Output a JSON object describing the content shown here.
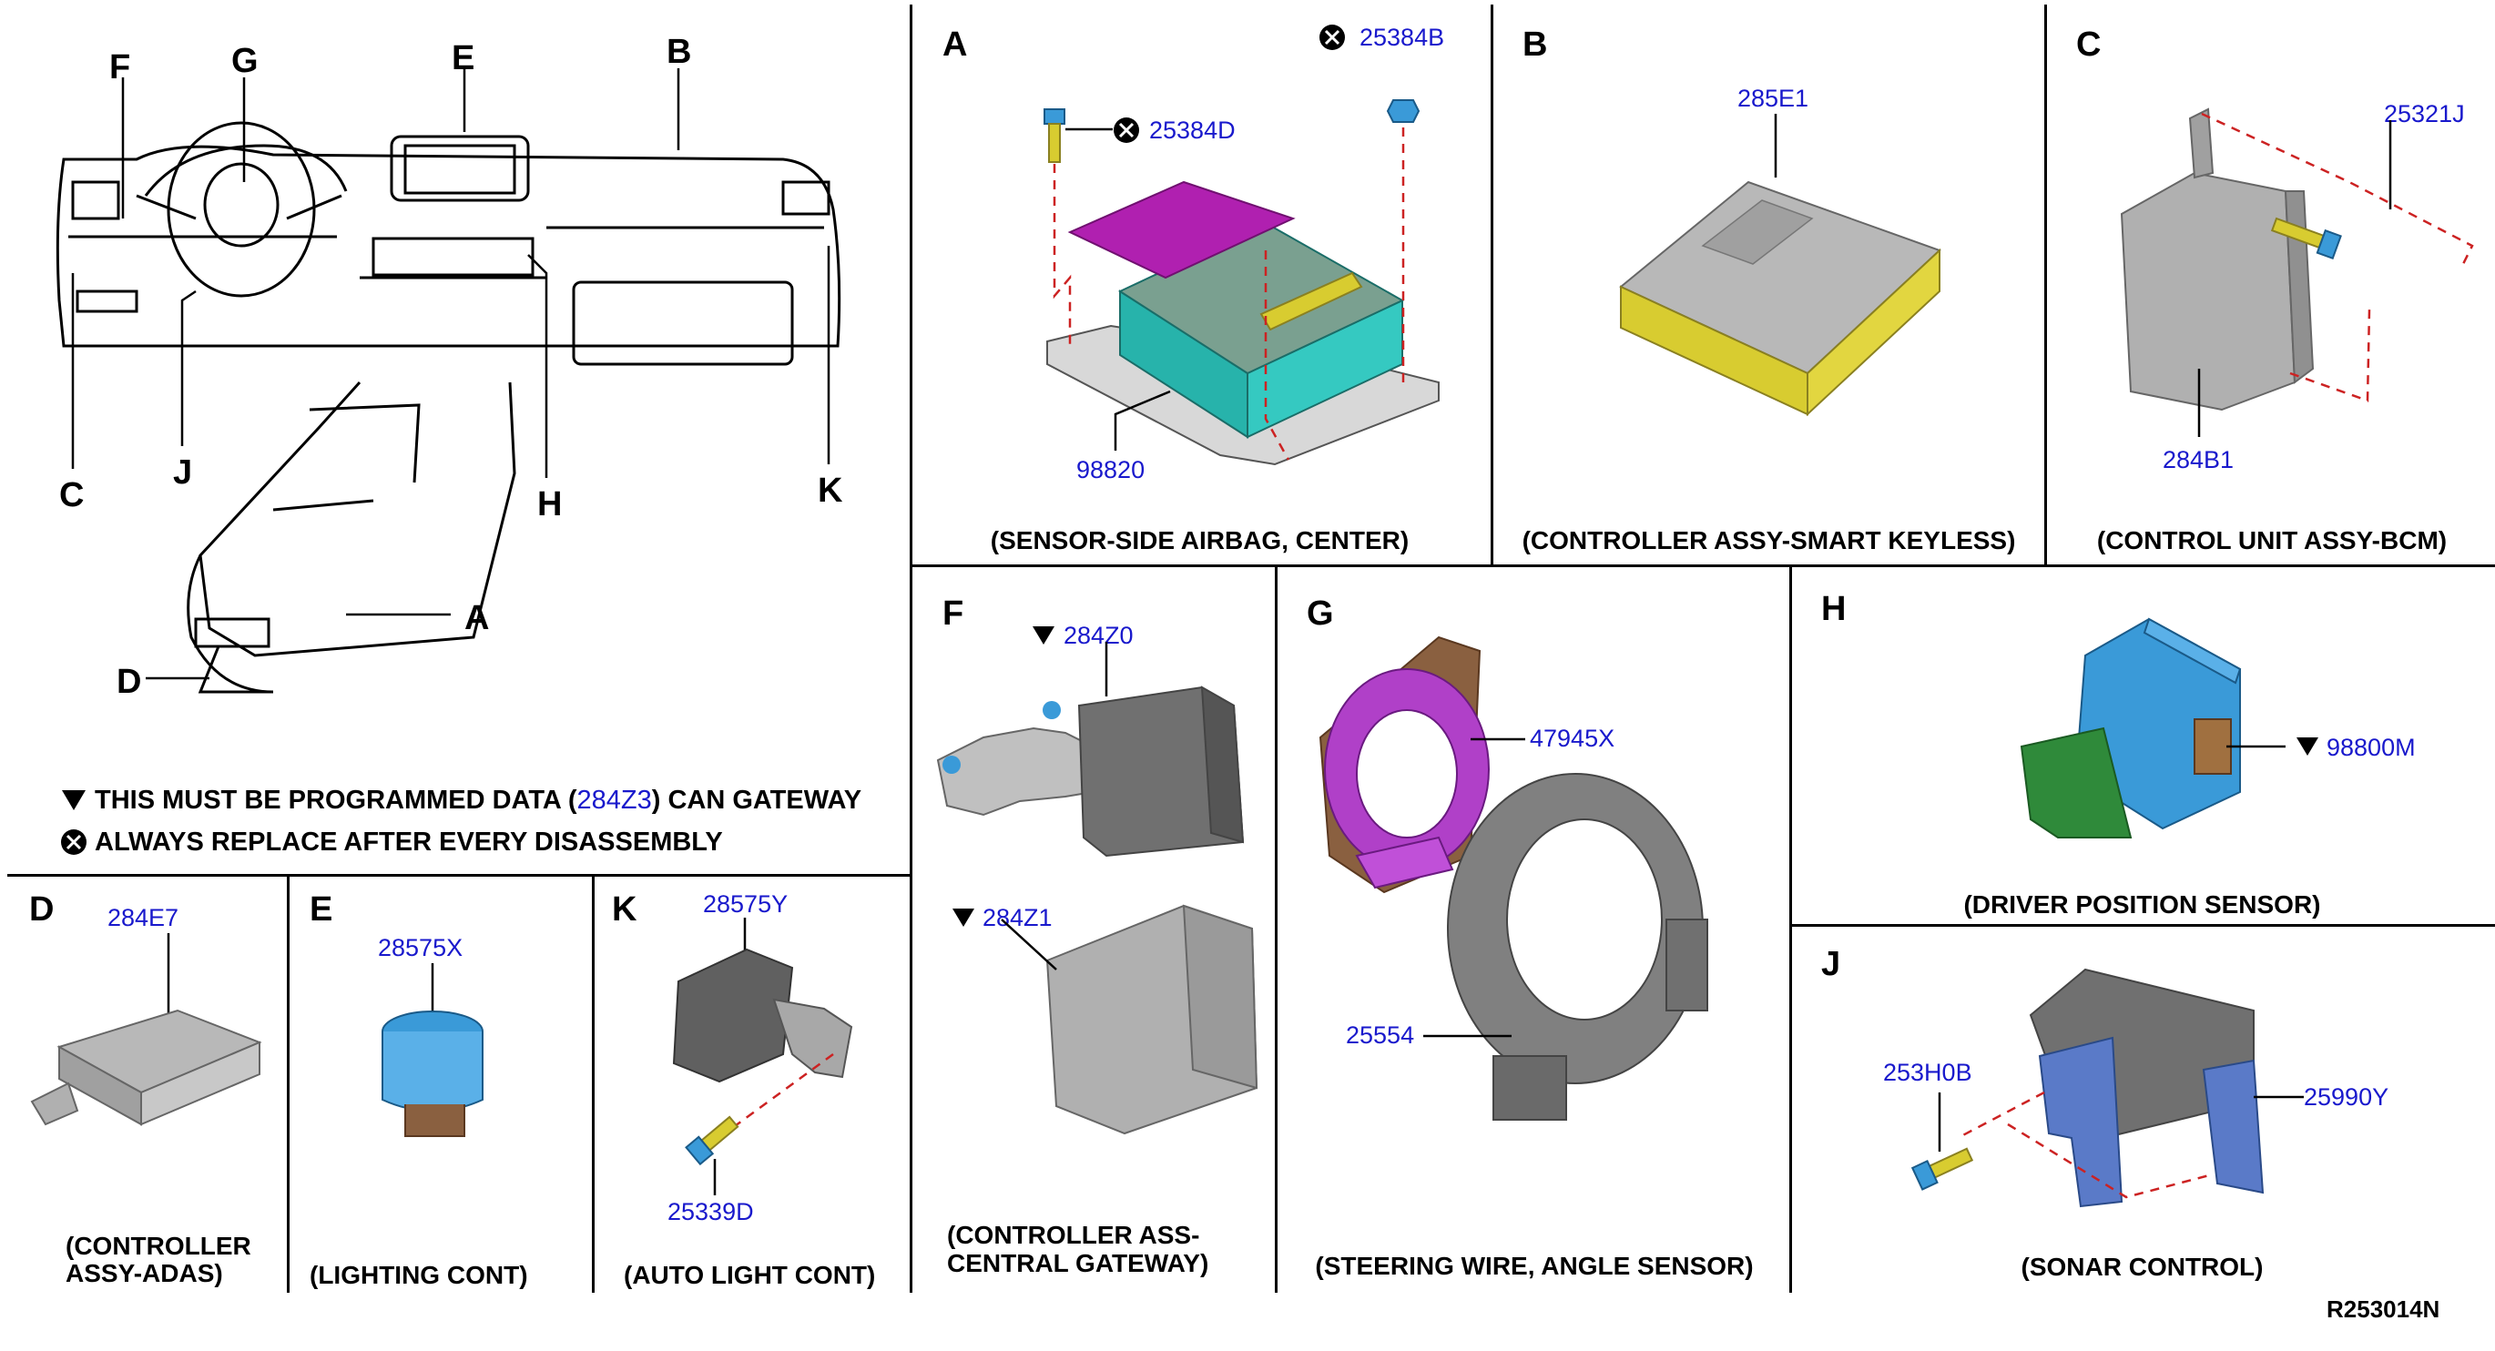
{
  "overview": {
    "labels": {
      "F": "F",
      "G": "G",
      "E": "E",
      "B": "B",
      "C": "C",
      "J": "J",
      "H": "H",
      "K": "K",
      "A": "A",
      "D": "D"
    }
  },
  "notes": {
    "programmed_before": "THIS MUST BE PROGRAMMED DATA (",
    "programmed_part": "284Z3",
    "programmed_after": ") CAN GATEWAY",
    "replace": "ALWAYS REPLACE AFTER EVERY DISASSEMBLY"
  },
  "panels": {
    "A": {
      "letter": "A",
      "caption": "(SENSOR-SIDE AIRBAG, CENTER)",
      "parts": {
        "bolt_left": "25384D",
        "bolt_right": "25384B",
        "sensor": "98820"
      }
    },
    "B": {
      "letter": "B",
      "caption": "(CONTROLLER ASSY-SMART KEYLESS)",
      "parts": {
        "controller": "285E1"
      }
    },
    "C": {
      "letter": "C",
      "caption": "(CONTROL UNIT ASSY-BCM)",
      "parts": {
        "bolt": "25321J",
        "unit": "284B1"
      }
    },
    "F": {
      "letter": "F",
      "caption_1": "(CONTROLLER ASS-",
      "caption_2": "CENTRAL GATEWAY)",
      "parts": {
        "upper": "284Z0",
        "lower": "284Z1"
      }
    },
    "G": {
      "letter": "G",
      "caption": "(STEERING WIRE, ANGLE SENSOR)",
      "parts": {
        "angle_sensor": "47945X",
        "spiral_cable": "25554"
      }
    },
    "H": {
      "letter": "H",
      "caption": "(DRIVER POSITION SENSOR)",
      "parts": {
        "sensor": "98800M"
      }
    },
    "J": {
      "letter": "J",
      "caption": "(SONAR CONTROL)",
      "parts": {
        "bolt": "253H0B",
        "unit": "25990Y"
      }
    },
    "D": {
      "letter": "D",
      "caption_1": "(CONTROLLER",
      "caption_2": "ASSY-ADAS)",
      "parts": {
        "controller": "284E7"
      }
    },
    "E": {
      "letter": "E",
      "caption": "(LIGHTING CONT)",
      "parts": {
        "switch": "28575X"
      }
    },
    "K": {
      "letter": "K",
      "caption": "(AUTO LIGHT CONT)",
      "parts": {
        "unit": "28575Y",
        "bolt": "25339D"
      }
    }
  },
  "footer": {
    "code": "R253014N"
  },
  "colors": {
    "part_number": "#1919cc",
    "leader": "#000000",
    "dashed": "#cc2222",
    "airbag_body": "#2ec8c0",
    "airbag_top": "#b020b0",
    "keyless_tape": "#d8cc30",
    "sensor_blue": "#3a9ad8",
    "bracket_green": "#2f8a3a",
    "ring_purple": "#b040c8",
    "bracket_brown": "#8a6040",
    "module_gray": "#a8a8a8"
  },
  "icons": {
    "programmed": "triangle-down-icon",
    "replace": "circled-x-icon"
  }
}
